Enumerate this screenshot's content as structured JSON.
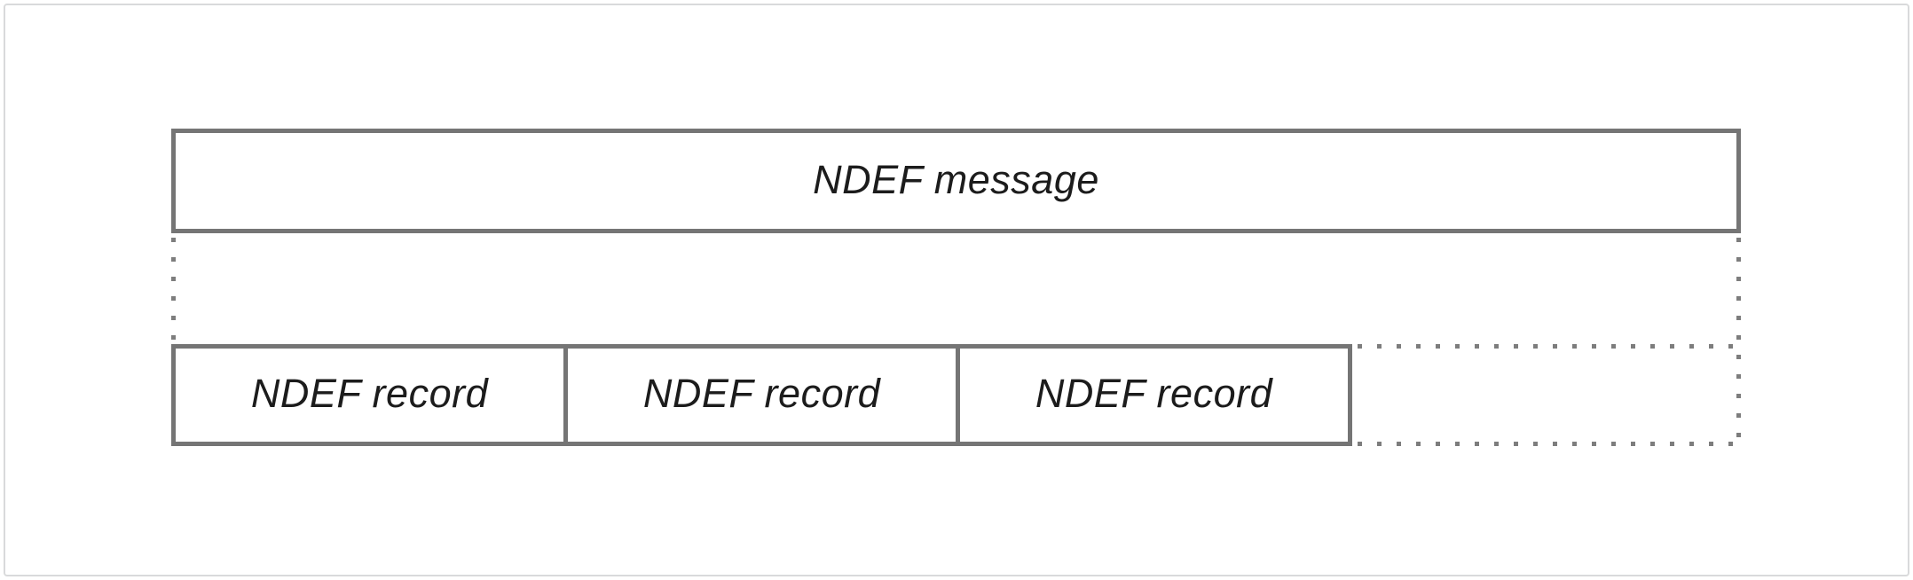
{
  "diagram": {
    "message_box": {
      "label": "NDEF message"
    },
    "records": [
      {
        "label": "NDEF record"
      },
      {
        "label": "NDEF record"
      },
      {
        "label": "NDEF record"
      }
    ],
    "colors": {
      "box_border": "#757575",
      "dotted_line": "#7d7d7d",
      "outer_frame": "#d9dadb",
      "text": "#1c1c1c",
      "background": "#ffffff"
    }
  }
}
